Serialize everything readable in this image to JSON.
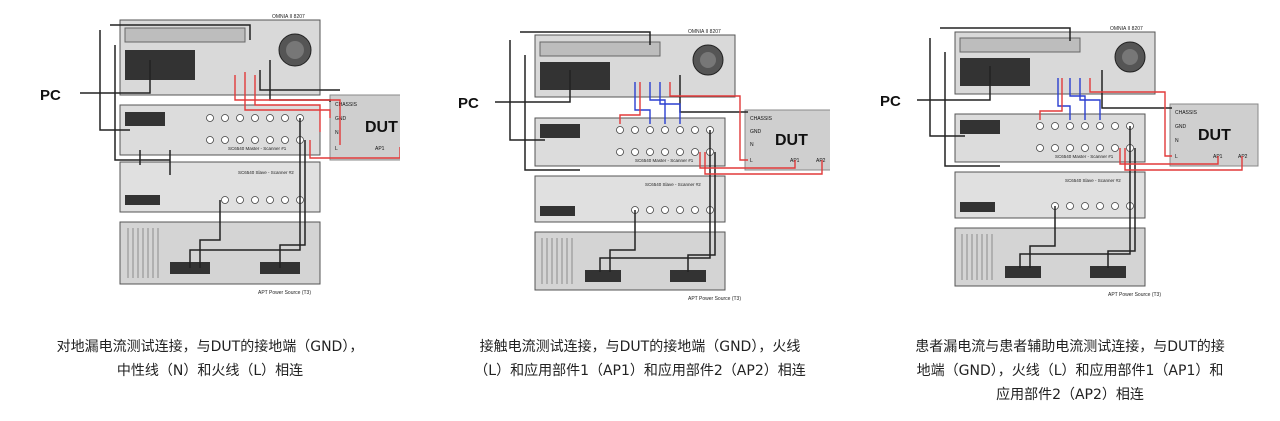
{
  "colors": {
    "live_wire": "#e23a3a",
    "blue_wire": "#2a3fd0",
    "ground_wire": "#222222",
    "equipment": "#d9d9d9",
    "dut_box": "#cfcfcf"
  },
  "labels": {
    "pc": "PC",
    "dut": "DUT",
    "chassis": "CHASSIS",
    "gnd": "GND",
    "n": "N",
    "l": "L",
    "ap1": "AP1",
    "ap2": "AP2",
    "omnia": "OMNIA II 8207",
    "master": "SC6540 Master - Scanner #1",
    "slave": "SC6540 Slave - Scanner #2",
    "power": "APT Power Source (T3)"
  },
  "panels": [
    {
      "caption_line1": "对地漏电流测试连接，与DUT的接地端（GND），",
      "caption_line2": "中性线（N）和火线（L）相连",
      "caption_line3": ""
    },
    {
      "caption_line1": "接触电流测试连接，与DUT的接地端（GND），火线",
      "caption_line2": "（L）和应用部件1（AP1）和应用部件2（AP2）相连",
      "caption_line3": ""
    },
    {
      "caption_line1": "患者漏电流与患者辅助电流测试连接，与DUT的接",
      "caption_line2": "地端（GND），火线（L）和应用部件1（AP1）和",
      "caption_line3": "应用部件2（AP2）相连"
    }
  ]
}
